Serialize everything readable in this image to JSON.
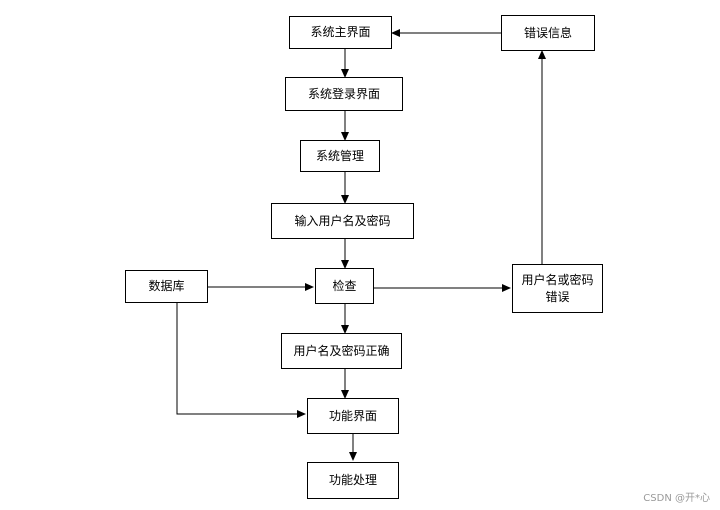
{
  "diagram": {
    "nodes": {
      "main_ui": "系统主界面",
      "error_info": "错误信息",
      "login_ui": "系统登录界面",
      "sys_manage": "系统管理",
      "input_cred": "输入用户名及密码",
      "database": "数据库",
      "check": "检查",
      "cred_error": "用户名或密码错误",
      "cred_ok": "用户名及密码正确",
      "func_ui": "功能界面",
      "func_process": "功能处理"
    },
    "edges": [
      {
        "from": "main_ui",
        "to": "login_ui"
      },
      {
        "from": "login_ui",
        "to": "sys_manage"
      },
      {
        "from": "sys_manage",
        "to": "input_cred"
      },
      {
        "from": "input_cred",
        "to": "check"
      },
      {
        "from": "database",
        "to": "check"
      },
      {
        "from": "check",
        "to": "cred_error"
      },
      {
        "from": "cred_error",
        "to": "error_info"
      },
      {
        "from": "error_info",
        "to": "main_ui"
      },
      {
        "from": "check",
        "to": "cred_ok"
      },
      {
        "from": "cred_ok",
        "to": "func_ui"
      },
      {
        "from": "database",
        "to": "func_ui"
      },
      {
        "from": "func_ui",
        "to": "func_process"
      }
    ]
  },
  "watermark": "CSDN @开*心"
}
